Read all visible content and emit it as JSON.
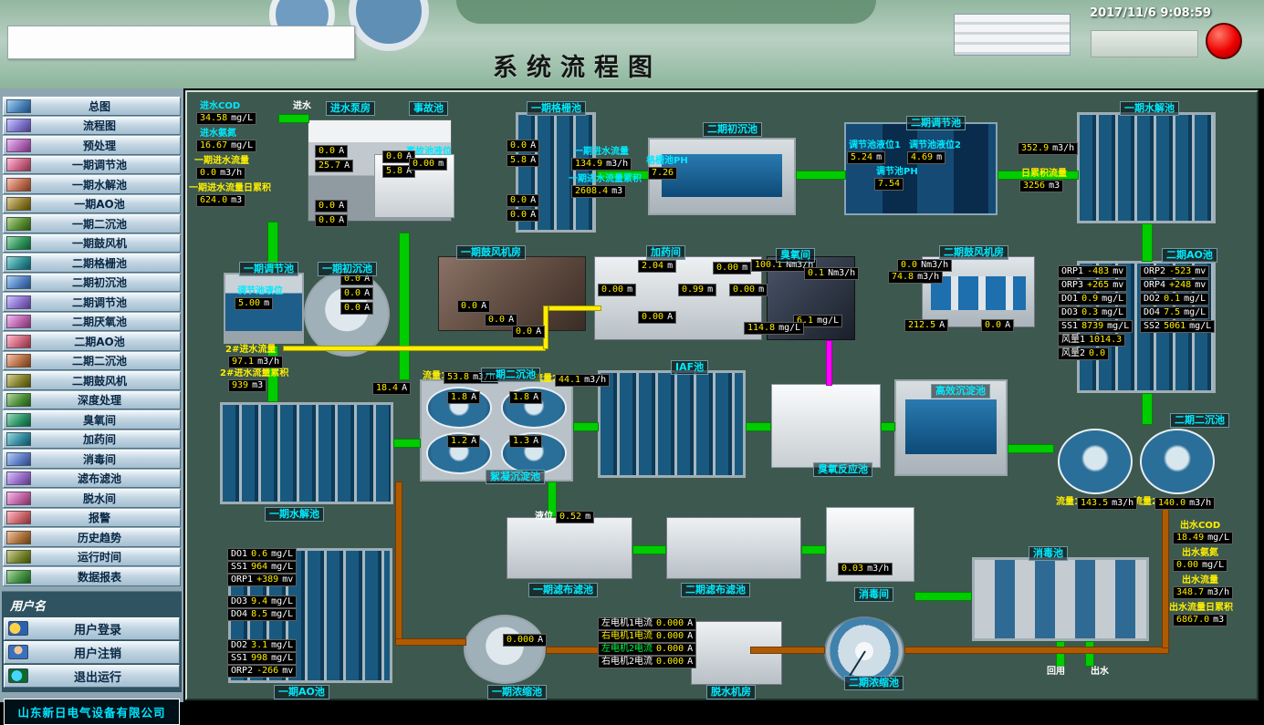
{
  "header": {
    "title": "系统流程图",
    "timestamp": "2017/11/6 9:08:59"
  },
  "sidebar": {
    "items": [
      "总图",
      "流程图",
      "预处理",
      "一期调节池",
      "一期水解池",
      "一期AO池",
      "一期二沉池",
      "一期鼓风机",
      "二期格栅池",
      "二期初沉池",
      "二期调节池",
      "二期厌氧池",
      "二期AO池",
      "二期二沉池",
      "二期鼓风机",
      "深度处理",
      "臭氧间",
      "加药间",
      "消毒间",
      "滤布滤池",
      "脱水间",
      "报警",
      "历史趋势",
      "运行时间",
      "数据报表"
    ],
    "user_label": "用户名",
    "buttons": [
      {
        "id": "login",
        "label": "用户登录"
      },
      {
        "id": "logout",
        "label": "用户注销"
      },
      {
        "id": "exit",
        "label": "退出运行"
      }
    ],
    "company": "山东新日电气设备有限公司"
  },
  "colors": {
    "pipe_green": "#00cc00",
    "pipe_yellow": "#ffee00",
    "pipe_magenta": "#ff00ff",
    "pipe_sludge": "#b05a00",
    "alarm_red": "#ee0000"
  },
  "canvas": {
    "titles": [
      {
        "id": "t-pump",
        "text": "进水泵房"
      },
      {
        "id": "t-acc",
        "text": "事故池"
      },
      {
        "id": "t-grate",
        "text": "一期格栅池"
      },
      {
        "id": "t-pc2",
        "text": "二期初沉池"
      },
      {
        "id": "t-reg2",
        "text": "二期调节池"
      },
      {
        "id": "t-hyd1",
        "text": "一期水解池"
      },
      {
        "id": "t-reg1",
        "text": "一期调节池"
      },
      {
        "id": "t-pc1",
        "text": "一期初沉池"
      },
      {
        "id": "t-blow1",
        "text": "一期鼓风机房"
      },
      {
        "id": "t-dose",
        "text": "加药间"
      },
      {
        "id": "t-ozone",
        "text": "臭氧间"
      },
      {
        "id": "t-blow2",
        "text": "二期鼓风机房"
      },
      {
        "id": "t-ao2",
        "text": "二期AO池"
      },
      {
        "id": "t-sc1",
        "text": "一期二沉池"
      },
      {
        "id": "t-iaf",
        "text": "IAF池"
      },
      {
        "id": "t-ozr",
        "text": "臭氧反应池"
      },
      {
        "id": "t-hes",
        "text": "高效沉淀池"
      },
      {
        "id": "t-sc2",
        "text": "二期二沉池"
      },
      {
        "id": "t-floc",
        "text": "絮凝沉淀池"
      },
      {
        "id": "t-hydm",
        "text": "一期水解池"
      },
      {
        "id": "t-ao1",
        "text": "一期AO池"
      },
      {
        "id": "t-fil1",
        "text": "一期滤布滤池"
      },
      {
        "id": "t-fil2",
        "text": "二期滤布滤池"
      },
      {
        "id": "t-disr",
        "text": "消毒间"
      },
      {
        "id": "t-disp",
        "text": "消毒池"
      },
      {
        "id": "t-th1",
        "text": "一期浓缩池"
      },
      {
        "id": "t-dew",
        "text": "脱水机房"
      },
      {
        "id": "t-th2",
        "text": "二期浓缩池"
      }
    ],
    "labels": [
      {
        "id": "lbl-in",
        "text": "进水",
        "color": "white"
      },
      {
        "id": "in-cod",
        "text": "进水COD",
        "color": "cyan"
      },
      {
        "id": "in-nh",
        "text": "进水氨氮",
        "color": "cyan"
      },
      {
        "id": "in-q1",
        "text": "一期进水流量",
        "color": "yellow"
      },
      {
        "id": "in-q1t",
        "text": "一期进水流量日累积",
        "color": "yellow"
      },
      {
        "id": "acc-lv",
        "text": "事故池液位",
        "color": "cyan"
      },
      {
        "id": "flow1",
        "text": "一期进水流量",
        "color": "cyan"
      },
      {
        "id": "ph1",
        "text": "格栅池PH",
        "color": "cyan"
      },
      {
        "id": "flow1t",
        "text": "一期进水流量累积",
        "color": "cyan"
      },
      {
        "id": "reg2-lv1",
        "text": "调节池液位1",
        "color": "cyan"
      },
      {
        "id": "reg2-lv2",
        "text": "调节池液位2",
        "color": "cyan"
      },
      {
        "id": "reg2-ph",
        "text": "调节池PH",
        "color": "cyan"
      },
      {
        "id": "hyd1-t",
        "text": "日累积流量",
        "color": "yellow"
      },
      {
        "id": "reg1-lv",
        "text": "调节池液位",
        "color": "cyan"
      },
      {
        "id": "p2-q",
        "text": "2#进水流量",
        "color": "yellow"
      },
      {
        "id": "p2-qt",
        "text": "2#进水流量累积",
        "color": "yellow"
      },
      {
        "id": "sc1-f1",
        "text": "流量1",
        "color": "yellow"
      },
      {
        "id": "sc1-f2",
        "text": "流量2",
        "color": "yellow"
      },
      {
        "id": "sc2-f1",
        "text": "流量1",
        "color": "yellow"
      },
      {
        "id": "sc2-f2",
        "text": "流量2",
        "color": "yellow"
      },
      {
        "id": "filt-lv",
        "text": "液位",
        "color": "white"
      },
      {
        "id": "out-cod",
        "text": "出水COD",
        "color": "yellow"
      },
      {
        "id": "out-nh",
        "text": "出水氨氮",
        "color": "yellow"
      },
      {
        "id": "out-q",
        "text": "出水流量",
        "color": "yellow"
      },
      {
        "id": "out-qt",
        "text": "出水流量日累积",
        "color": "yellow"
      },
      {
        "id": "reuse",
        "text": "回用",
        "color": "white"
      },
      {
        "id": "out",
        "text": "出水",
        "color": "white"
      }
    ],
    "values": [
      {
        "id": "v-in-cod",
        "value": "34.58",
        "unit": "mg/L"
      },
      {
        "id": "v-in-nh",
        "value": "16.67",
        "unit": "mg/L"
      },
      {
        "id": "v-in-q1",
        "value": "0.0",
        "unit": "m3/h"
      },
      {
        "id": "v-in-q1t",
        "value": "624.0",
        "unit": "m3"
      },
      {
        "id": "p1",
        "value": "0.0",
        "unit": "A"
      },
      {
        "id": "p2",
        "value": "25.7",
        "unit": "A"
      },
      {
        "id": "p3",
        "value": "0.0",
        "unit": "A"
      },
      {
        "id": "p4",
        "value": "5.8",
        "unit": "A"
      },
      {
        "id": "p5",
        "value": "0.0",
        "unit": "A"
      },
      {
        "id": "p6",
        "value": "0.0",
        "unit": "A"
      },
      {
        "id": "v-acc-lv",
        "value": "0.00",
        "unit": "m"
      },
      {
        "id": "g1",
        "value": "0.0",
        "unit": "A"
      },
      {
        "id": "g2",
        "value": "5.8",
        "unit": "A"
      },
      {
        "id": "g3",
        "value": "0.0",
        "unit": "A"
      },
      {
        "id": "g4",
        "value": "0.0",
        "unit": "A"
      },
      {
        "id": "v-flow1",
        "value": "134.9",
        "unit": "m3/h"
      },
      {
        "id": "v-ph1",
        "value": "7.26",
        "unit": ""
      },
      {
        "id": "v-flow1t",
        "value": "2608.4",
        "unit": "m3"
      },
      {
        "id": "v-reg2-lv1",
        "value": "5.24",
        "unit": "m"
      },
      {
        "id": "v-reg2-lv2",
        "value": "4.69",
        "unit": "m"
      },
      {
        "id": "v-reg2-ph",
        "value": "7.54",
        "unit": ""
      },
      {
        "id": "v-hyd1-q",
        "value": "352.9",
        "unit": "m3/h"
      },
      {
        "id": "v-hyd1-t",
        "value": "3256",
        "unit": "m3"
      },
      {
        "id": "v-reg1-lv",
        "value": "5.00",
        "unit": "m"
      },
      {
        "id": "v-p2-q",
        "value": "97.1",
        "unit": "m3/h"
      },
      {
        "id": "v-p2-qt",
        "value": "939",
        "unit": "m3"
      },
      {
        "id": "c1",
        "value": "0.0",
        "unit": "A"
      },
      {
        "id": "c2",
        "value": "0.0",
        "unit": "A"
      },
      {
        "id": "c3",
        "value": "0.0",
        "unit": "A"
      },
      {
        "id": "b1",
        "value": "0.0",
        "unit": "A"
      },
      {
        "id": "b2",
        "value": "0.0",
        "unit": "A"
      },
      {
        "id": "b3",
        "value": "0.0",
        "unit": "A"
      },
      {
        "id": "d1",
        "value": "2.04",
        "unit": "m"
      },
      {
        "id": "d2",
        "value": "0.00",
        "unit": "m"
      },
      {
        "id": "d3",
        "value": "0.00",
        "unit": "m"
      },
      {
        "id": "d4",
        "value": "0.99",
        "unit": "m"
      },
      {
        "id": "d5",
        "value": "0.00",
        "unit": "m"
      },
      {
        "id": "d6",
        "value": "0.00",
        "unit": "A"
      },
      {
        "id": "o1",
        "value": "100.1",
        "unit": "Nm3/h"
      },
      {
        "id": "o2",
        "value": "0.1",
        "unit": "Nm3/h"
      },
      {
        "id": "o3",
        "value": "6.1",
        "unit": "mg/L"
      },
      {
        "id": "o4",
        "value": "114.8",
        "unit": "mg/L"
      },
      {
        "id": "w1",
        "value": "0.0",
        "unit": "Nm3/h"
      },
      {
        "id": "w2",
        "value": "74.8",
        "unit": "m3/h"
      },
      {
        "id": "w3",
        "value": "212.5",
        "unit": "A"
      },
      {
        "id": "w4",
        "value": "0.0",
        "unit": "A"
      },
      {
        "id": "s-hyd",
        "value": "18.4",
        "unit": "A"
      },
      {
        "id": "v-sc1-f1",
        "value": "53.8",
        "unit": "m3/h"
      },
      {
        "id": "v-sc1-f2",
        "value": "44.1",
        "unit": "m3/h"
      },
      {
        "id": "s1",
        "value": "1.8",
        "unit": "A"
      },
      {
        "id": "s2",
        "value": "1.8",
        "unit": "A"
      },
      {
        "id": "s3",
        "value": "1.2",
        "unit": "A"
      },
      {
        "id": "s4",
        "value": "1.3",
        "unit": "A"
      },
      {
        "id": "v-sc2-f1",
        "value": "143.5",
        "unit": "m3/h"
      },
      {
        "id": "v-sc2-f2",
        "value": "140.0",
        "unit": "m3/h"
      },
      {
        "id": "v-filt-lv",
        "value": "0.52",
        "unit": "m"
      },
      {
        "id": "v-dis-q",
        "value": "0.03",
        "unit": "m3/h"
      },
      {
        "id": "v-th1",
        "value": "0.000",
        "unit": "A"
      },
      {
        "id": "v-out-cod",
        "value": "18.49",
        "unit": "mg/L"
      },
      {
        "id": "v-out-nh",
        "value": "0.00",
        "unit": "mg/L"
      },
      {
        "id": "v-out-q",
        "value": "348.7",
        "unit": "m3/h"
      },
      {
        "id": "v-out-qt",
        "value": "6867.0",
        "unit": "m3"
      }
    ],
    "pairs": [
      {
        "id": "a1",
        "label": "ORP1",
        "value": "-483",
        "unit": "mv"
      },
      {
        "id": "a2",
        "label": "ORP2",
        "value": "-523",
        "unit": "mv"
      },
      {
        "id": "a3",
        "label": "ORP3",
        "value": "+265",
        "unit": "mv"
      },
      {
        "id": "a4",
        "label": "ORP4",
        "value": "+248",
        "unit": "mv"
      },
      {
        "id": "a5",
        "label": "DO1",
        "value": "0.9",
        "unit": "mg/L"
      },
      {
        "id": "a6",
        "label": "DO2",
        "value": "0.1",
        "unit": "mg/L"
      },
      {
        "id": "a7",
        "label": "DO3",
        "value": "0.3",
        "unit": "mg/L"
      },
      {
        "id": "a8",
        "label": "DO4",
        "value": "7.5",
        "unit": "mg/L"
      },
      {
        "id": "a9",
        "label": "SS1",
        "value": "8739",
        "unit": "mg/L"
      },
      {
        "id": "a10",
        "label": "SS2",
        "value": "5061",
        "unit": "mg/L"
      },
      {
        "id": "a11",
        "label": "风量1",
        "value": "1014.3",
        "unit": ""
      },
      {
        "id": "a12",
        "label": "风量2",
        "value": "0.0",
        "unit": ""
      },
      {
        "id": "q1",
        "label": "DO1",
        "value": "0.6",
        "unit": "mg/L"
      },
      {
        "id": "q2",
        "label": "SS1",
        "value": "964",
        "unit": "mg/L"
      },
      {
        "id": "q3",
        "label": "ORP1",
        "value": "+389",
        "unit": "mv"
      },
      {
        "id": "q4",
        "label": "DO3",
        "value": "9.4",
        "unit": "mg/L"
      },
      {
        "id": "q5",
        "label": "DO4",
        "value": "8.5",
        "unit": "mg/L"
      },
      {
        "id": "q6",
        "label": "DO2",
        "value": "3.1",
        "unit": "mg/L"
      },
      {
        "id": "q7",
        "label": "SS1",
        "value": "998",
        "unit": "mg/L"
      },
      {
        "id": "q8",
        "label": "ORP2",
        "value": "-266",
        "unit": "mv"
      },
      {
        "id": "m1",
        "label": "左电机1电流",
        "value": "0.000",
        "unit": "A",
        "lc": "#ffffff"
      },
      {
        "id": "m2",
        "label": "右电机1电流",
        "value": "0.000",
        "unit": "A",
        "lc": "#ffee00"
      },
      {
        "id": "m3",
        "label": "左电机2电流",
        "value": "0.000",
        "unit": "A",
        "lc": "#00ff44"
      },
      {
        "id": "m4",
        "label": "右电机2电流",
        "value": "0.000",
        "unit": "A",
        "lc": "#ffffff"
      }
    ]
  }
}
